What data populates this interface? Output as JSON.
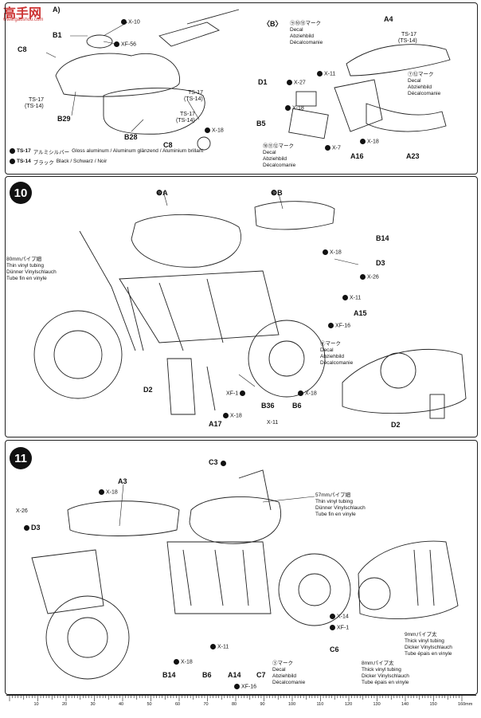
{
  "header": {
    "watermark": "高手网",
    "watermark_url": "www.gaoshou.com"
  },
  "step_b": {
    "label_a": "A)",
    "label_b": "〈B〉"
  },
  "part_labels_top": {
    "x10": "X-10",
    "b1": "B1",
    "xf56": "XF-56",
    "c8a": "C8",
    "ts17a": "TS-17",
    "ts14a": "(TS-14)",
    "b29": "B29",
    "ts17b": "TS-17",
    "ts14b": "(TS-14)",
    "b28": "B28",
    "c8b": "C8",
    "x18a": "X-18",
    "ts17c": "TS-17",
    "ts14c": "(TS-14)"
  },
  "legend": [
    {
      "code": "TS-17",
      "jp": "アルミシルバー",
      "items": "Gloss aluminum / Aluminum glänzend / Aluminium brillant"
    },
    {
      "code": "TS-14",
      "jp": "ブラック",
      "items": "Black / Schwarz / Noir"
    }
  ],
  "right_top": {
    "decal1": "⑨⑩⑬マーク",
    "decal1_en": "Decal",
    "decal1_de": "Abziehbild",
    "decal1_fr": "Décalcomanie",
    "a4": "A4",
    "ts17": "TS-17",
    "ts14": "(TS-14)",
    "decal2": "⑦⑫マーク",
    "decal2_en": "Decal",
    "decal2_de": "Abziehbild",
    "decal2_fr": "Décalcomanie",
    "d1": "D1",
    "x27": "X-27",
    "x11": "X-11",
    "x18": "X-18",
    "b5": "B5",
    "x7": "X-7",
    "a16": "A16",
    "x18b": "X-18",
    "a23": "A23",
    "decal3": "⑩⑪⑫マーク",
    "decal3_en": "Decal",
    "decal3_de": "Abziehbild",
    "decal3_fr": "Décalcomanie"
  },
  "step10": {
    "num": "10",
    "a9": "❾A",
    "b9": "❾B",
    "b14": "B14",
    "x18a": "X-18",
    "d3": "D3",
    "x26": "X-26",
    "tubing_jp": "80mmパイプ細",
    "tubing_en": "Thin vinyl tubing",
    "tubing_de": "Dünner Vinylschlauch",
    "tubing_fr": "Tube fin en vinyle",
    "x11": "X-11",
    "a15": "A15",
    "xf16": "XF-16",
    "decal_jp": "④マーク",
    "decal_en": "Decal",
    "decal_de": "Abziehbild",
    "decal_fr": "Décalcomanie",
    "d2a": "D2",
    "xf1": "XF-1",
    "b36": "B36",
    "b6": "B6",
    "x18b": "X-18",
    "x18c": "X-18",
    "x11b": "X-11",
    "a17": "A17",
    "d2b": "D2"
  },
  "step11": {
    "num": "11",
    "c3": "C3",
    "a3": "A3",
    "x18a": "X-18",
    "x26": "X-26",
    "d3": "D3",
    "tubing1_jp": "57mmパイプ細",
    "tubing1_en": "Thin vinyl tubing",
    "tubing1_de": "Dünner Vinylschlauch",
    "tubing1_fr": "Tube fin en vinyle",
    "x11": "X-11",
    "x18b": "X-18",
    "x14": "X-14",
    "xf1": "XF-1",
    "c6": "C6",
    "b14": "B14",
    "b6": "B6",
    "a14": "A14",
    "c7": "C7",
    "xf16": "XF-16",
    "decal_jp": "③マーク",
    "decal_en": "Decal",
    "decal_de": "Abziehbild",
    "decal_fr": "Décalcomanie",
    "tubing2_jp": "9mmパイプ太",
    "tubing2_en": "Thick vinyl tubing",
    "tubing2_de": "Dicker Vinylschlauch",
    "tubing2_fr": "Tube épais en vinyle",
    "tubing3_jp": "8mmパイプ太",
    "tubing3_en": "Thick vinyl tubing",
    "tubing3_de": "Dicker Vinylschlauch",
    "tubing3_fr": "Tube épais en vinyle"
  },
  "ruler": {
    "ticks": [
      "10",
      "20",
      "30",
      "40",
      "50",
      "60",
      "70",
      "80",
      "90",
      "100",
      "110",
      "120",
      "130",
      "140",
      "150",
      "160mm"
    ]
  }
}
